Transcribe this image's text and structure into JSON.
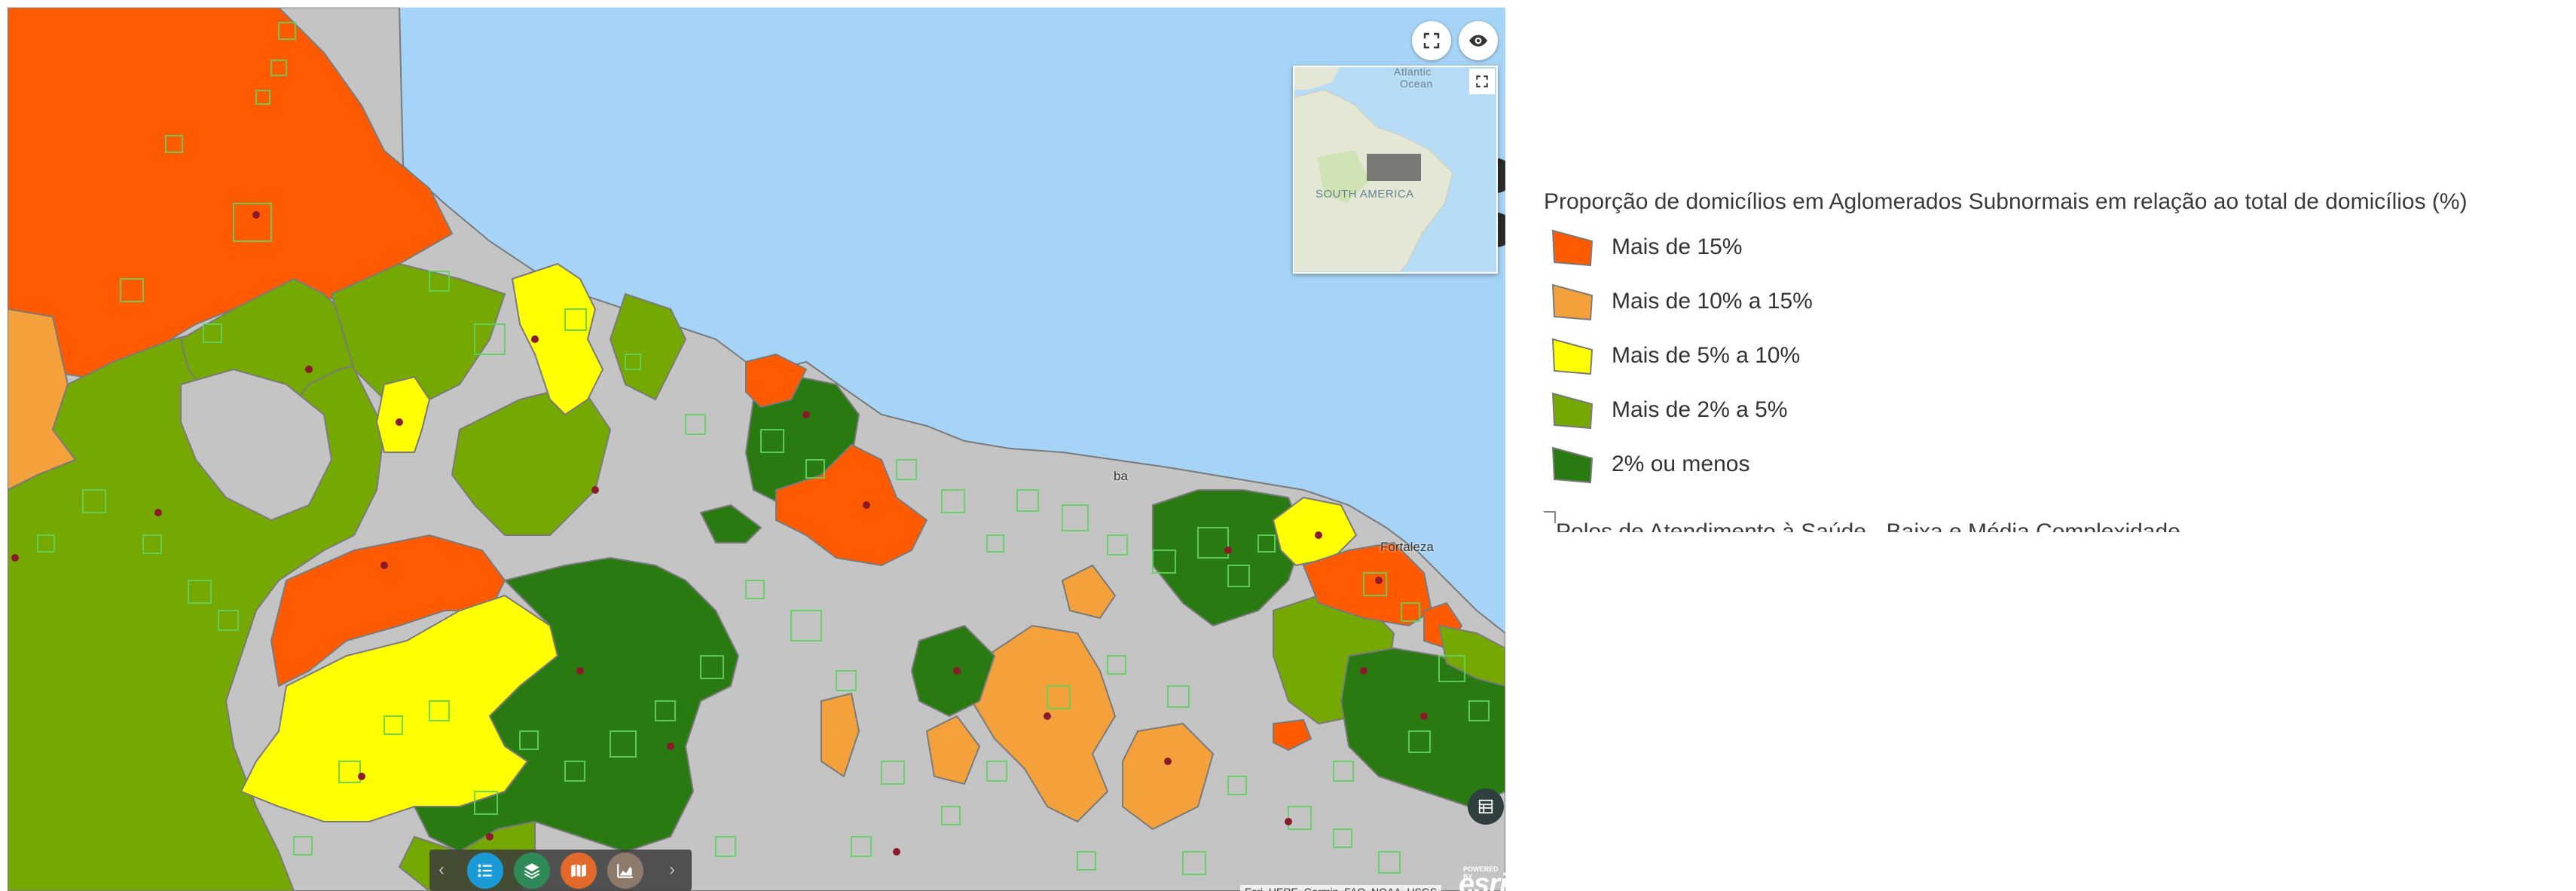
{
  "map": {
    "overview": {
      "ocean_label_1": "Atlantic",
      "ocean_label_2": "Ocean",
      "continent_label": "SOUTH AMERICA"
    },
    "attribution": "Esri, HERE, Garmin, FAO, NOAA, USGS",
    "city_labels": [
      "Fortaleza",
      "ba"
    ],
    "logo": {
      "powered_by": "POWERED BY",
      "brand": "esri"
    },
    "colors": {
      "ocean": "#a6d4f7",
      "no_data": "#c4c4c4",
      "border": "#7a7a7a",
      "overlay_square": "#5fd35f",
      "point_marker": "#8b1a2b"
    }
  },
  "controls": {
    "fullscreen_icon": "fullscreen-icon",
    "visibility_icon": "eye-icon",
    "overview_expand_icon": "expand-icon",
    "attribute_table_icon": "table-icon"
  },
  "toolbar": {
    "prev_label": "‹",
    "next_label": "›",
    "buttons": [
      {
        "icon": "legend-list-icon",
        "color": "#1a9ad6"
      },
      {
        "icon": "layers-icon",
        "color": "#2e8b57"
      },
      {
        "icon": "basemap-icon",
        "color": "#e0692b"
      },
      {
        "icon": "chart-icon",
        "color": "#8c7b6b"
      }
    ]
  },
  "legend": {
    "title": "Proporção de domicílios em Aglomerados Subnormais em relação ao total de domicílios (%)",
    "items": [
      {
        "label": "Mais de 15%",
        "color": "#ff5a00"
      },
      {
        "label": "Mais de 10% a 15%",
        "color": "#f5a13b"
      },
      {
        "label": "Mais de 5% a 10%",
        "color": "#ffff00"
      },
      {
        "label": "Mais de 2% a 5%",
        "color": "#75a800"
      },
      {
        "label": "2% ou menos",
        "color": "#2a7a12"
      }
    ],
    "next_layer": "Polos de Atendimento à Saúde - Baixa e Média Complexidade"
  }
}
